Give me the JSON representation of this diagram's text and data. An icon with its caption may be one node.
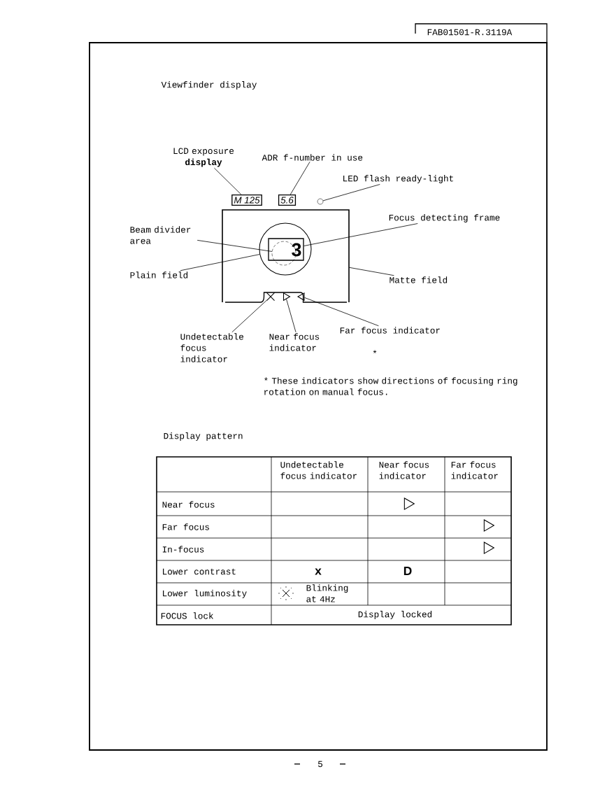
{
  "diagram": {
    "title": "Viewfinder display",
    "nodes": [
      {
        "text": [
          "LCD exposure **display**"
        ]
      },
      {
        "text": [
          "ADR f-number in use"
        ]
      },
      {
        "text": [
          "LED flash ready-light"
        ]
      },
      {
        "text": [
          "Focus detecting frame"
        ]
      },
      {
        "text": [
          "Beam divider area"
        ]
      },
      {
        "text": [
          "Plain field"
        ]
      },
      {
        "text": [
          "Matte field"
        ]
      },
      {
        "text": [
          "Undetectable focus indicator"
        ]
      },
      {
        "text": [
          "Near focus indicator"
        ]
      },
      {
        "text": [
          "Far focus indicator"
        ]
      },
      {
        "text": [
          "M 125"
        ]
      },
      {
        "text": [
          "5.6"
        ]
      },
      {
        "text": [],
        "shape": "circle"
      },
      {
        "text": [],
        "shape": "box"
      },
      {
        "text": [],
        "shape": "box",
        "in": 19
      },
      {
        "text": [],
        "shape": "circle",
        "in": 19
      },
      {
        "text": [],
        "shape": "cross",
        "in": 13
      },
      {
        "text": [],
        "shape": "triangle",
        "in": 13
      },
      {
        "text": [],
        "shape": "triangle",
        "in": 13
      },
      {
        "text": [],
        "shape": "circle",
        "in": 13
      }
    ],
    "edges": [
      {
        "from": 0,
        "to": 10,
        "arrow": "none"
      },
      {
        "from": 1,
        "to": 11,
        "arrow": "none"
      },
      {
        "from": 2,
        "to": 12,
        "arrow": "none"
      },
      {
        "from": 3,
        "to": 14,
        "arrow": "none"
      },
      {
        "from": 4,
        "to": 15,
        "arrow": "none"
      },
      {
        "from": 5,
        "to": 19,
        "arrow": "none"
      },
      {
        "from": 6,
        "to": 13,
        "arrow": "none"
      },
      {
        "from": 7,
        "to": 16,
        "arrow": "none"
      },
      {
        "from": 8,
        "to": 17,
        "arrow": "none"
      },
      {
        "from": 9,
        "to": 18,
        "arrow": "none"
      }
    ],
    "labels": [
      "FAB01501-R.3119A",
      "3",
      "*",
      "* These indicators show directions of focusing ring rotation on manual focus.",
      "Display pattern",
      "Undetectable focus indicator",
      "Near focus indicator",
      "Far focus indicator",
      "Near focus",
      "Far focus",
      "In-focus",
      "Lower contrast",
      "x",
      "D",
      "Lower luminosity",
      "Blinking at 4Hz",
      "FOCUS lock",
      "Display locked",
      "5"
    ]
  }
}
